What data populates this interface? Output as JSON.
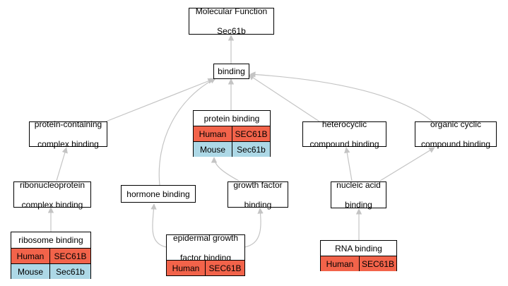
{
  "colors": {
    "edge": "#c4c4c4",
    "human": "#f2634a",
    "mouse": "#add8e6",
    "border": "#000000",
    "background": "#ffffff"
  },
  "nodes": {
    "root": {
      "line1": "Molecular Function",
      "line2": "Sec61b"
    },
    "binding": {
      "line1": "binding"
    },
    "protein_containing_complex_binding": {
      "line1": "protein-containing",
      "line2": "complex binding"
    },
    "protein_binding": {
      "line1": "protein binding",
      "rows": [
        {
          "species": "Human",
          "gene": "SEC61B"
        },
        {
          "species": "Mouse",
          "gene": "Sec61b"
        }
      ]
    },
    "heterocyclic_compound_binding": {
      "line1": "heterocyclic",
      "line2": "compound binding"
    },
    "organic_cyclic_compound_binding": {
      "line1": "organic cyclic",
      "line2": "compound binding"
    },
    "ribonucleoprotein_complex_binding": {
      "line1": "ribonucleoprotein",
      "line2": "complex binding"
    },
    "hormone_binding": {
      "line1": "hormone binding"
    },
    "growth_factor_binding": {
      "line1": "growth factor",
      "line2": "binding"
    },
    "nucleic_acid_binding": {
      "line1": "nucleic acid",
      "line2": "binding"
    },
    "ribosome_binding": {
      "line1": "ribosome binding",
      "rows": [
        {
          "species": "Human",
          "gene": "SEC61B"
        },
        {
          "species": "Mouse",
          "gene": "Sec61b"
        }
      ]
    },
    "epidermal_growth_factor_binding": {
      "line1": "epidermal growth",
      "line2": "factor binding",
      "rows": [
        {
          "species": "Human",
          "gene": "SEC61B"
        }
      ]
    },
    "rna_binding": {
      "line1": "RNA binding",
      "rows": [
        {
          "species": "Human",
          "gene": "SEC61B"
        }
      ]
    }
  }
}
